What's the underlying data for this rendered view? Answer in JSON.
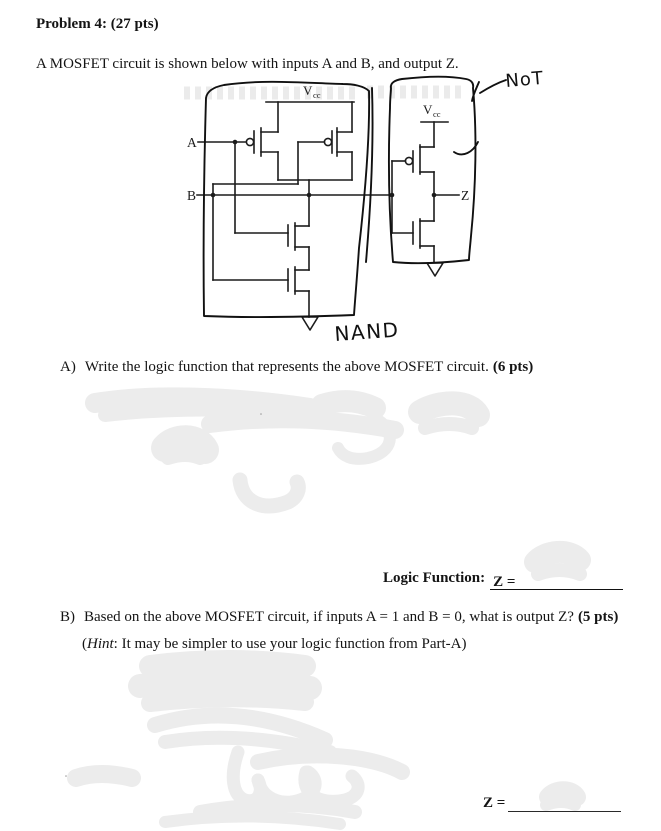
{
  "title": "Problem 4: (27 pts)",
  "intro": "A MOSFET circuit is shown below with inputs A and B, and output Z.",
  "circuit": {
    "vcc": "V",
    "vcc_sub": "cc",
    "input_a": "A",
    "input_b": "B",
    "output_z": "Z",
    "note_not": "NoT",
    "note_nand": "NAND"
  },
  "part_a": {
    "label": "A)",
    "prompt": "Write the logic function that represents the above MOSFET circuit.",
    "points": "(6 pts)",
    "answer_caption": "Logic Function:",
    "answer_prefix": "Z ="
  },
  "part_b": {
    "label": "B)",
    "prompt": "Based on the above MOSFET circuit, if inputs A = 1 and B = 0, what is output Z?",
    "points": "(5 pts)",
    "hint_open": "(",
    "hint_word": "Hint",
    "hint_rest": ": It may be simpler to use your logic function from Part-A)",
    "answer_prefix": "Z ="
  },
  "colors": {
    "ink": "#1c1c1c",
    "hand_ink": "#111111",
    "erased": "#ececec",
    "faint_band": "#e9e9e9"
  }
}
